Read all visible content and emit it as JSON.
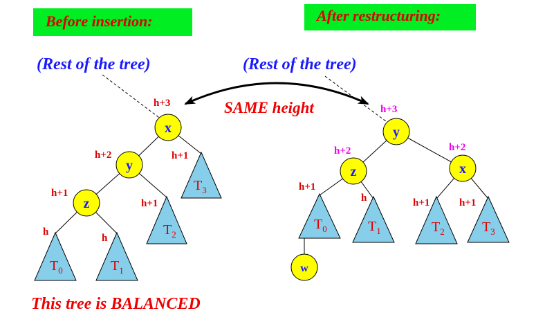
{
  "headers": {
    "before": "Before insertion:",
    "after": "After restructuring:"
  },
  "rest_label_left": "(Rest of the tree)",
  "rest_label_right": "(Rest of the tree)",
  "same_height": "SAME height",
  "footer": "This tree is BALANCED",
  "left_tree": {
    "nodes": {
      "x": "x",
      "y": "y",
      "z": "z"
    },
    "heights": {
      "x": "h+3",
      "y": "h+2",
      "z": "h+1",
      "t0": "h",
      "t1": "h",
      "t2": "h+1",
      "t3": "h+1"
    },
    "subtrees": {
      "t0": {
        "letter": "T",
        "sub": "0"
      },
      "t1": {
        "letter": "T",
        "sub": "1"
      },
      "t2": {
        "letter": "T",
        "sub": "2"
      },
      "t3": {
        "letter": "T",
        "sub": "3"
      }
    }
  },
  "right_tree": {
    "nodes": {
      "y": "y",
      "z": "z",
      "x": "x",
      "w": "w"
    },
    "heights": {
      "y": "h+3",
      "z": "h+2",
      "x": "h+2",
      "t0": "h+1",
      "t1": "h",
      "t2": "h+1",
      "t3": "h+1"
    },
    "subtrees": {
      "t0": {
        "letter": "T",
        "sub": "0"
      },
      "t1": {
        "letter": "T",
        "sub": "1"
      },
      "t2": {
        "letter": "T",
        "sub": "2"
      },
      "t3": {
        "letter": "T",
        "sub": "3"
      }
    }
  },
  "colors": {
    "header_bg": "#00ee22",
    "header_text": "#dd0000",
    "rest_text": "#1a1aff",
    "node_fill": "#ffff00",
    "subtree_fill": "#87ceeb",
    "height_red": "#dd0000",
    "height_magenta": "#ee00ee"
  }
}
